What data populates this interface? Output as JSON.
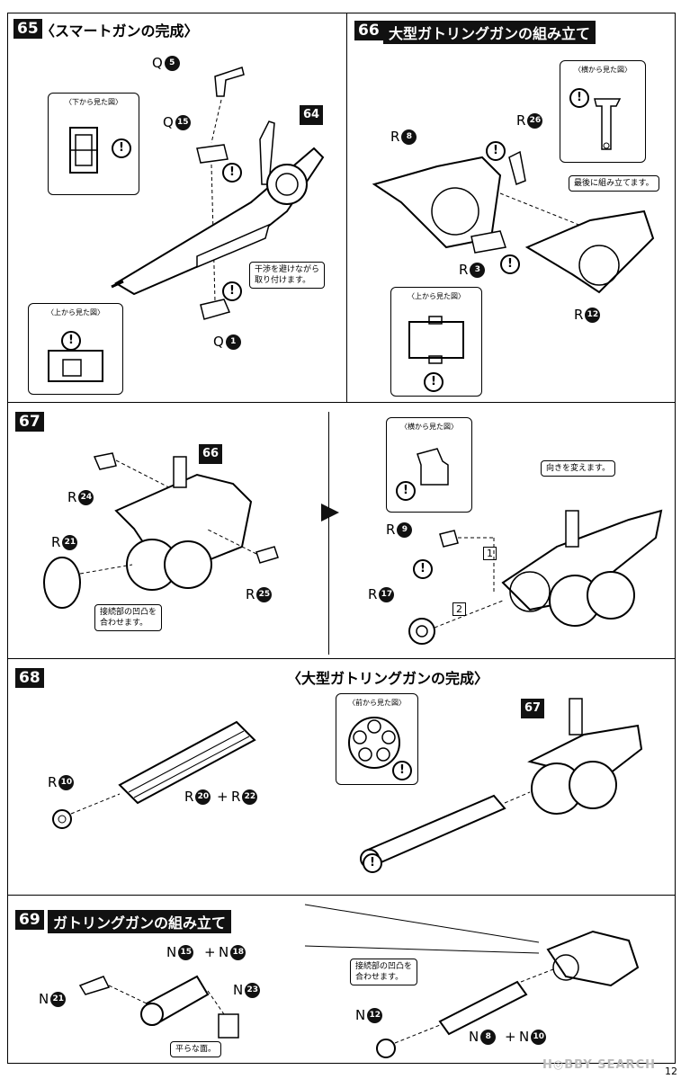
{
  "s65": {
    "no": "65",
    "title": "〈スマートガンの完成〉",
    "view_bottom": "〈下から見た図〉",
    "view_top": "〈上から見た図〉",
    "note": "干渉を避けながら\n取り付けます。",
    "ref": "64",
    "parts": [
      {
        "letter": "Q",
        "num": "5"
      },
      {
        "letter": "Q",
        "num": "15"
      },
      {
        "letter": "Q",
        "num": "1"
      }
    ]
  },
  "s66": {
    "no": "66",
    "title": "大型ガトリングガンの組み立て",
    "view_side": "〈横から見た図〉",
    "view_top": "〈上から見た図〉",
    "note": "最後に組み立てます。",
    "parts": [
      {
        "letter": "R",
        "num": "8"
      },
      {
        "letter": "R",
        "num": "26"
      },
      {
        "letter": "R",
        "num": "3"
      },
      {
        "letter": "R",
        "num": "12"
      }
    ]
  },
  "s67": {
    "no": "67",
    "ref": "66",
    "view_side": "〈横から見た図〉",
    "note_connect": "接続部の凹凸を\n合わせます。",
    "note_turn": "向きを変えます。",
    "idx1": "1",
    "idx2": "2",
    "parts": [
      {
        "letter": "R",
        "num": "24"
      },
      {
        "letter": "R",
        "num": "21"
      },
      {
        "letter": "R",
        "num": "25"
      },
      {
        "letter": "R",
        "num": "9"
      },
      {
        "letter": "R",
        "num": "17"
      }
    ]
  },
  "s68": {
    "no": "68",
    "title": "〈大型ガトリングガンの完成〉",
    "view_front": "〈前から見た図〉",
    "ref": "67",
    "parts": [
      {
        "letter": "R",
        "num": "10"
      },
      {
        "letter": "R",
        "num": "20"
      },
      {
        "letter": "R",
        "num": "22"
      }
    ],
    "plus": "+"
  },
  "s69": {
    "no": "69",
    "title": "ガトリングガンの組み立て",
    "note_flat": "平らな面。",
    "note_connect": "接続部の凹凸を\n合わせます。",
    "parts": [
      {
        "letter": "N",
        "num": "15"
      },
      {
        "letter": "N",
        "num": "18"
      },
      {
        "letter": "N",
        "num": "21"
      },
      {
        "letter": "N",
        "num": "23"
      },
      {
        "letter": "N",
        "num": "12"
      },
      {
        "letter": "N",
        "num": "8"
      },
      {
        "letter": "N",
        "num": "10"
      }
    ],
    "plus": "+"
  },
  "warn_symbol": "!",
  "watermark": "H◎BBY SEARCH",
  "page_number": "12"
}
